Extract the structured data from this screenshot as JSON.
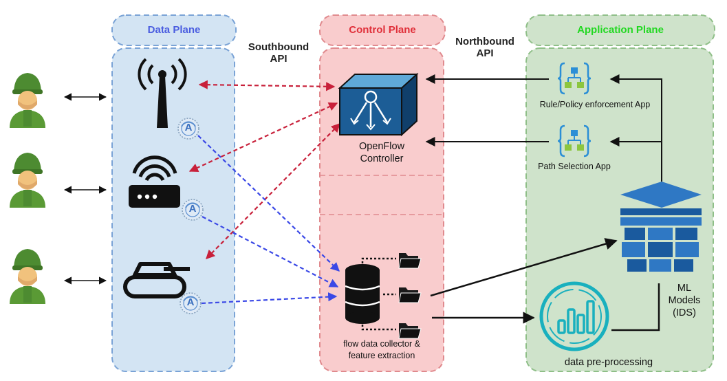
{
  "planes": {
    "data": {
      "title": "Data Plane",
      "color": "#4a5de0"
    },
    "control": {
      "title": "Control Plane",
      "color": "#e0303a"
    },
    "application": {
      "title": "Application Plane",
      "color": "#22d822"
    }
  },
  "apis": {
    "southbound": [
      "Southbound",
      "API"
    ],
    "northbound": [
      "Northbound",
      "API"
    ]
  },
  "nodes": {
    "openflow": [
      "OpenFlow",
      "Controller"
    ],
    "collector": [
      "flow data collector &",
      "feature extraction"
    ],
    "rule_app": "Rule/Policy enforcement App",
    "path_app": "Path Selection App",
    "ml": [
      "ML",
      "Models",
      "(IDS)"
    ],
    "preprocessing": "data pre-processing",
    "agent_badge": "A"
  },
  "icons": [
    "soldier-icon",
    "antenna-icon",
    "router-icon",
    "tank-icon",
    "agent-badge-icon",
    "openflow-switch-icon",
    "database-icon",
    "folder-icon",
    "app-workflow-icon",
    "ml-cube-icon",
    "data-chart-icon"
  ],
  "colors": {
    "data_bg": "#d3e4f3",
    "data_border": "#7aa3d6",
    "control_bg": "#f9cccd",
    "control_border": "#e08a8e",
    "app_bg": "#cfe3cb",
    "app_border": "#8fbf88",
    "red_arrow": "#c8203a",
    "blue_arrow": "#3a48e6",
    "cube_top": "#2f78c4",
    "cube_side": "#1a5a9e",
    "teal": "#19b0be"
  }
}
